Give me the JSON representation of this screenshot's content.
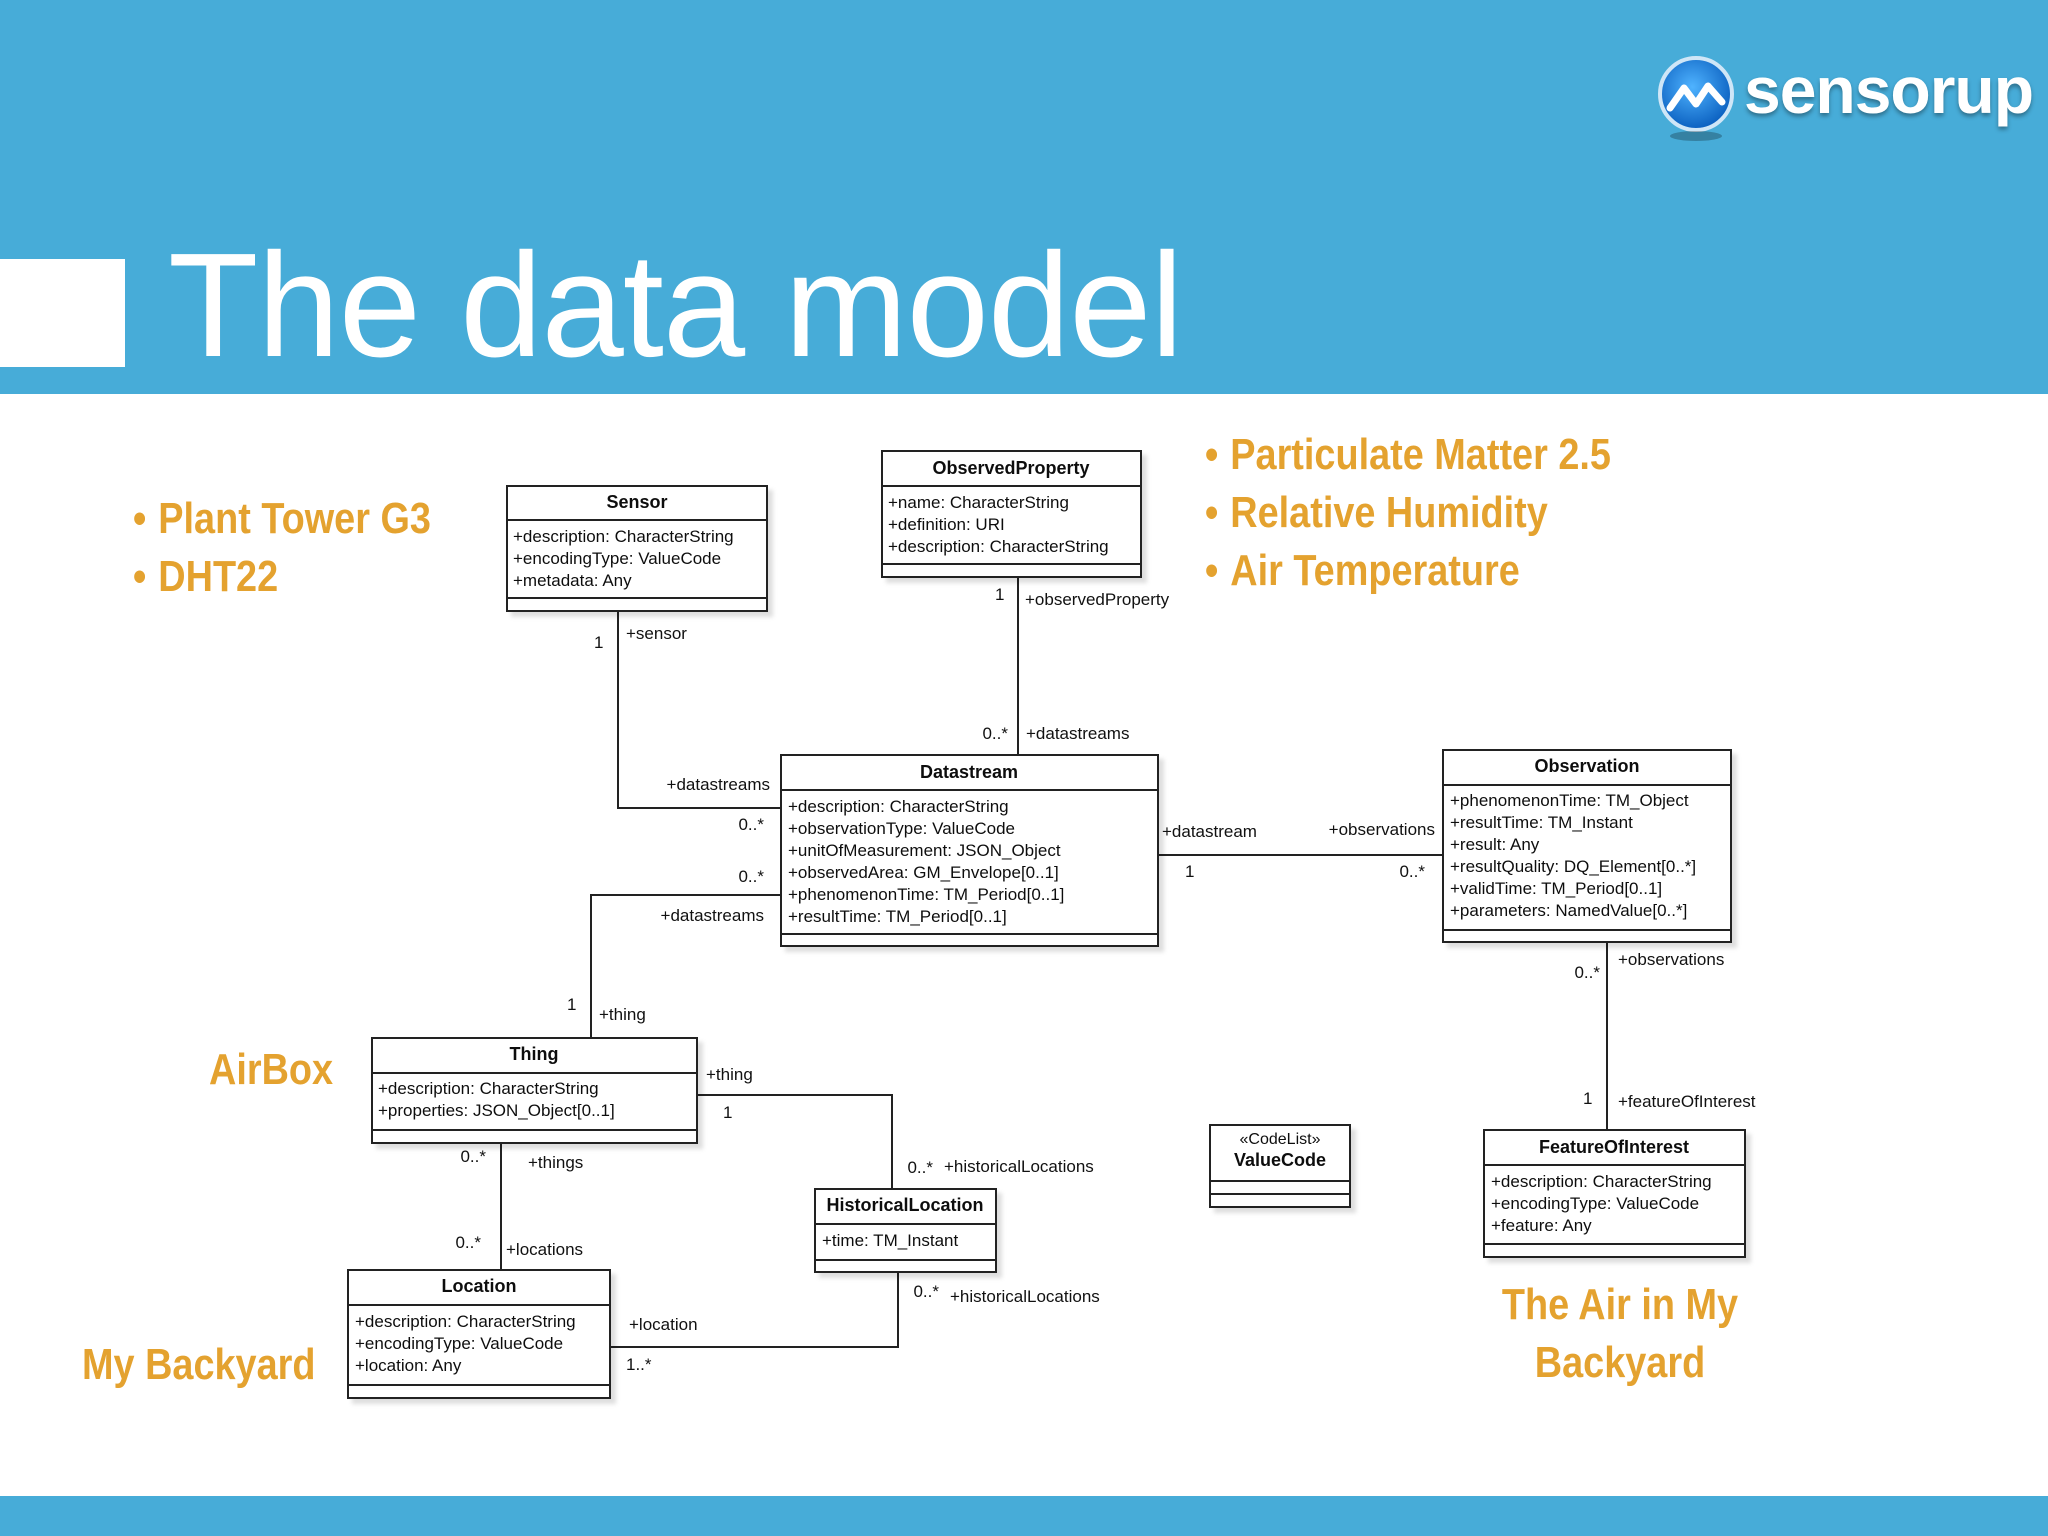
{
  "slide": {
    "title": "The data model",
    "logo_text": "sensorup",
    "logo_icon": "sensorup-swoosh-icon",
    "colors": {
      "header": "#47acd8",
      "accent": "#e4a22f",
      "uml_line": "#222222"
    }
  },
  "annotations": {
    "sensor_examples": [
      "Plant Tower G3",
      "DHT22"
    ],
    "observed_property_examples": [
      "Particulate Matter 2.5",
      "Relative Humidity",
      "Air Temperature"
    ],
    "thing_example": "AirBox",
    "location_example": "My Backyard",
    "feature_example_line1": "The Air in My",
    "feature_example_line2": "Backyard"
  },
  "classes": {
    "sensor": {
      "name": "Sensor",
      "attrs": [
        "+description: CharacterString",
        "+encodingType: ValueCode",
        "+metadata: Any"
      ]
    },
    "observed_property": {
      "name": "ObservedProperty",
      "attrs": [
        "+name: CharacterString",
        "+definition: URI",
        "+description: CharacterString"
      ]
    },
    "datastream": {
      "name": "Datastream",
      "attrs": [
        "+description: CharacterString",
        "+observationType: ValueCode",
        "+unitOfMeasurement: JSON_Object",
        "+observedArea: GM_Envelope[0..1]",
        "+phenomenonTime: TM_Period[0..1]",
        "+resultTime: TM_Period[0..1]"
      ]
    },
    "observation": {
      "name": "Observation",
      "attrs": [
        "+phenomenonTime: TM_Object",
        "+resultTime: TM_Instant",
        "+result: Any",
        "+resultQuality: DQ_Element[0..*]",
        "+validTime: TM_Period[0..1]",
        "+parameters: NamedValue[0..*]"
      ]
    },
    "thing": {
      "name": "Thing",
      "attrs": [
        "+description: CharacterString",
        "+properties: JSON_Object[0..1]"
      ]
    },
    "historical_location": {
      "name": "HistoricalLocation",
      "attrs": [
        "+time: TM_Instant"
      ]
    },
    "location": {
      "name": "Location",
      "attrs": [
        "+description: CharacterString",
        "+encodingType: ValueCode",
        "+location: Any"
      ]
    },
    "feature_of_interest": {
      "name": "FeatureOfInterest",
      "attrs": [
        "+description: CharacterString",
        "+encodingType: ValueCode",
        "+feature: Any"
      ]
    },
    "value_code": {
      "stereotype": "«CodeList»",
      "name": "ValueCode",
      "attrs": []
    }
  },
  "labels": {
    "sensor_1": "1",
    "sensor_role": "+sensor",
    "ds_from_sensor_role": "+datastreams",
    "ds_from_sensor_mult": "0..*",
    "op_1": "1",
    "op_role": "+observedProperty",
    "ds_from_op_mult": "0..*",
    "ds_from_op_role": "+datastreams",
    "ds_from_thing_mult": "0..*",
    "ds_from_thing_role": "+datastreams",
    "thing_1": "1",
    "thing_role": "+thing",
    "ds_role_obs": "+datastream",
    "ds_1_obs": "1",
    "obs_role": "+observations",
    "obs_mult": "0..*",
    "obs_foi_mult": "0..*",
    "obs_foi_role": "+observations",
    "foi_1": "1",
    "foi_role": "+featureOfInterest",
    "thing_hl_role": "+thing",
    "thing_hl_1": "1",
    "hl_from_thing_mult": "0..*",
    "hl_from_thing_role": "+historicalLocations",
    "thing_loc_mult": "0..*",
    "thing_loc_role": "+things",
    "loc_mult": "0..*",
    "loc_role": "+locations",
    "hl_from_loc_mult": "0..*",
    "hl_from_loc_role": "+historicalLocations",
    "loc_hl_role": "+location",
    "loc_hl_mult": "1..*"
  }
}
